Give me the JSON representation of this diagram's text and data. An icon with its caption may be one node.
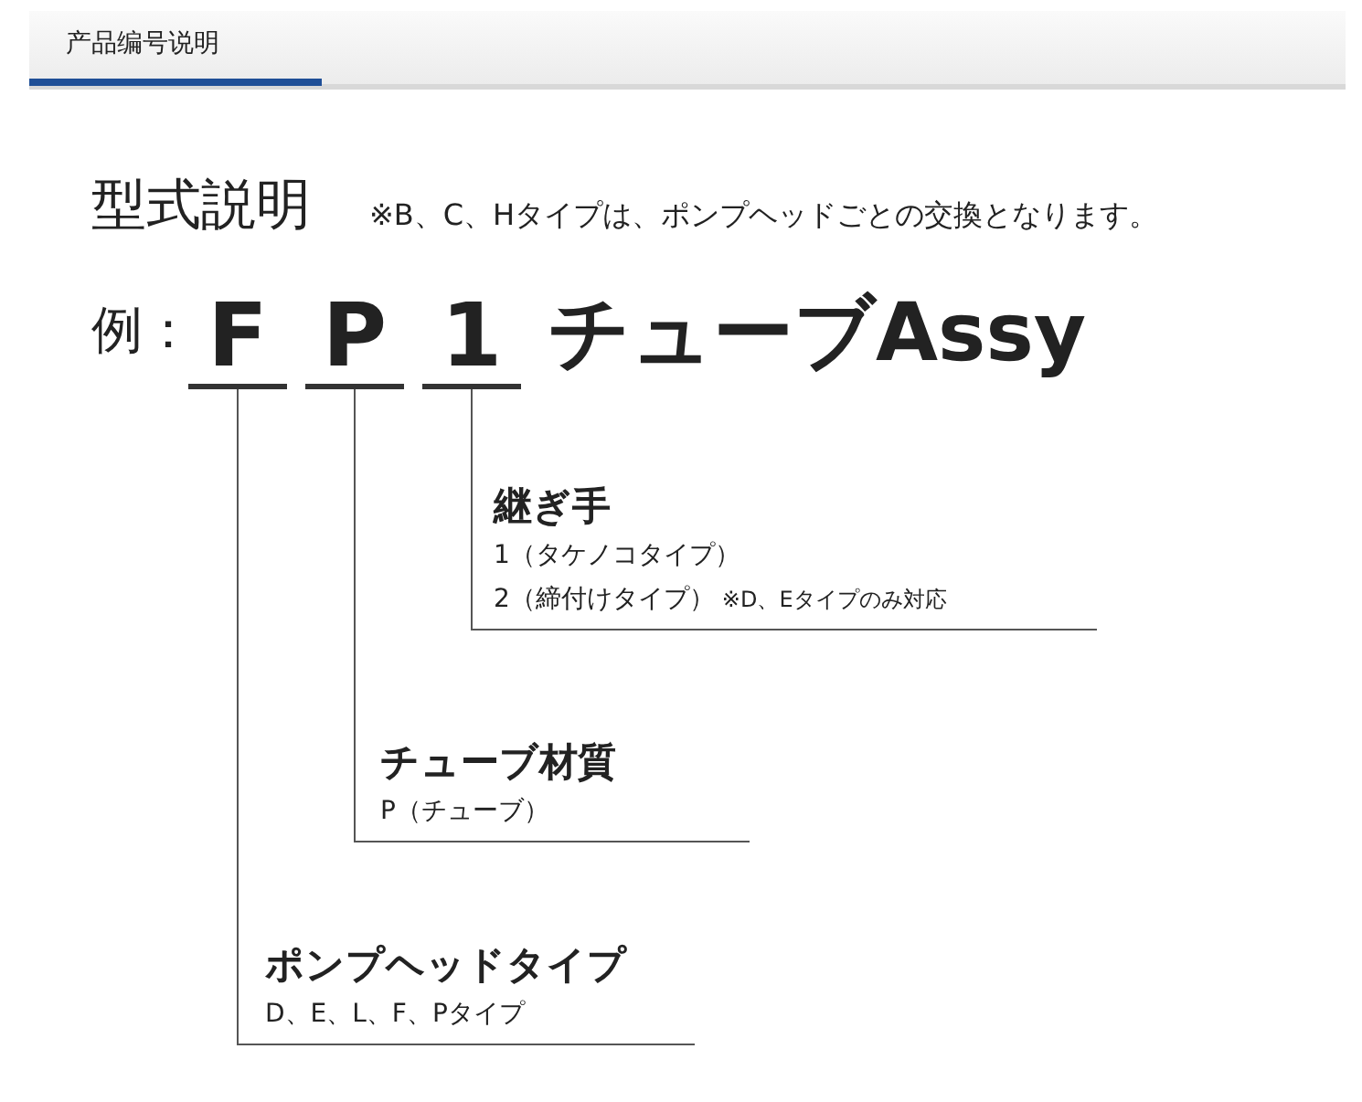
{
  "diagram": {
    "title": "型式説明",
    "nodes": [
      {
        "text": [
          "F"
        ]
      },
      {
        "text": [
          "P"
        ]
      },
      {
        "text": [
          "1"
        ]
      },
      {
        "text": [
          "継ぎ手",
          "1（タケノコタイプ）",
          "2（締付けタイプ）",
          "※D、Eタイプのみ対応"
        ]
      },
      {
        "text": [
          "チューブ材質",
          "P（チューブ）"
        ]
      },
      {
        "text": [
          "ポンプヘッドタイプ",
          "D、E、L、F、Pタイプ"
        ]
      }
    ],
    "edges": [
      {
        "from": 2,
        "to": 3,
        "arrow": "none"
      },
      {
        "from": 1,
        "to": 4,
        "arrow": "none"
      },
      {
        "from": 0,
        "to": 5,
        "arrow": "none"
      }
    ],
    "labels": [
      "产品编号说明",
      "※B、C、Hタイプは、ポンプヘッドごとの交換となります。",
      "例：",
      "チューブAssy"
    ]
  }
}
